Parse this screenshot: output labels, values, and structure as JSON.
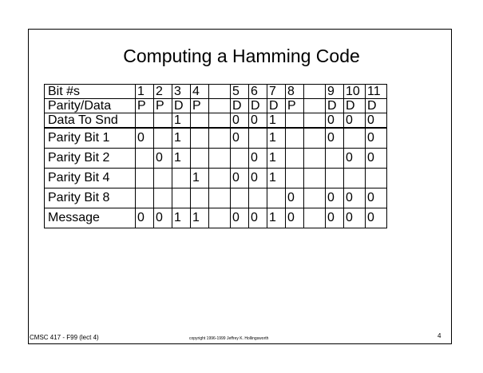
{
  "slide": {
    "title": "Computing a Hamming Code",
    "footer_left": "CMSC 417 - F99  (lect 4)",
    "footer_center": "copyright 1996-1999 Jeffrey K. Hollingsworth",
    "page_number": "4"
  },
  "table": {
    "rows": [
      {
        "label": "Bit #s",
        "cells": [
          "1",
          "2",
          "3",
          "4",
          "",
          "5",
          "6",
          "7",
          "8",
          "",
          "9",
          "10",
          "11"
        ]
      },
      {
        "label": "Parity/Data",
        "cells": [
          "P",
          "P",
          "D",
          "P",
          "",
          "D",
          "D",
          "D",
          "P",
          "",
          "D",
          "D",
          "D"
        ]
      },
      {
        "label": "Data To Snd",
        "cells": [
          "",
          "",
          "1",
          "",
          "",
          "0",
          "0",
          "1",
          "",
          "",
          "0",
          "0",
          "0"
        ]
      },
      {
        "label": "Parity Bit 1",
        "cells": [
          "0",
          "",
          "1",
          "",
          "",
          "0",
          "",
          "1",
          "",
          "",
          "0",
          "",
          "0"
        ]
      },
      {
        "label": "Parity Bit 2",
        "cells": [
          "",
          "0",
          "1",
          "",
          "",
          "",
          "0",
          "1",
          "",
          "",
          "",
          "0",
          "0"
        ]
      },
      {
        "label": "Parity Bit 4",
        "cells": [
          "",
          "",
          "",
          "1",
          "",
          "0",
          "0",
          "1",
          "",
          "",
          "",
          "",
          ""
        ]
      },
      {
        "label": "Parity Bit 8",
        "cells": [
          "",
          "",
          "",
          "",
          "",
          "",
          "",
          "",
          "0",
          "",
          "0",
          "0",
          "0"
        ]
      },
      {
        "label": "Message",
        "cells": [
          "0",
          "0",
          "1",
          "1",
          "",
          "0",
          "0",
          "1",
          "0",
          "",
          "0",
          "0",
          "0"
        ]
      }
    ]
  }
}
